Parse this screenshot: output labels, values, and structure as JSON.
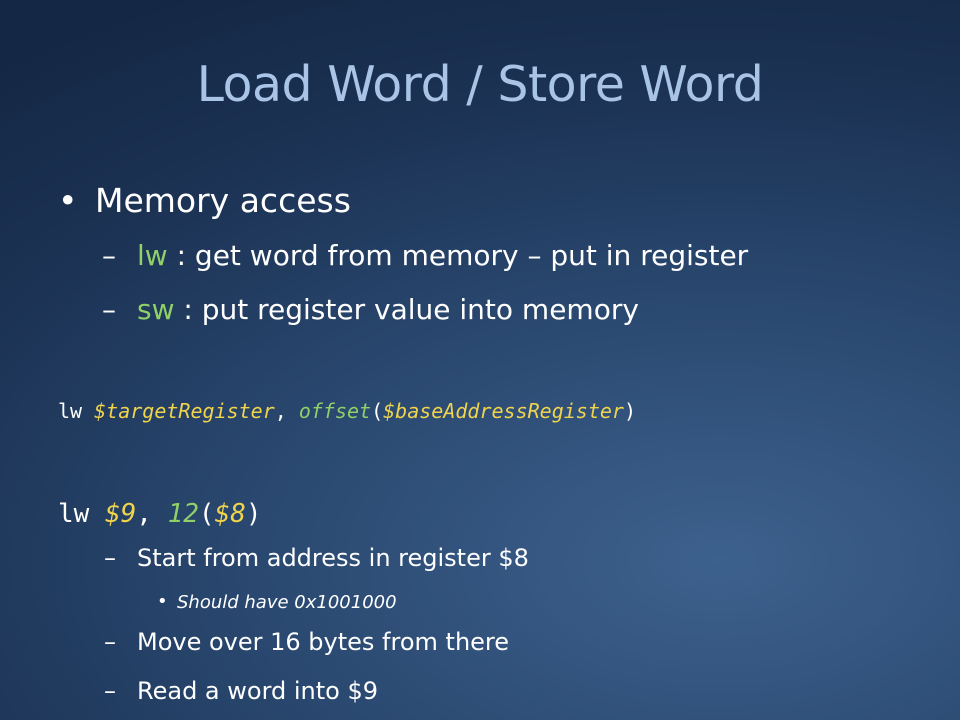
{
  "slide": {
    "title": "Load Word / Store Word",
    "bullet_main": "Memory access",
    "bullet_lw": {
      "op": "lw",
      "rest": " : get word from memory – put in register"
    },
    "bullet_sw": {
      "op": "sw",
      "rest": " : put register value into memory"
    },
    "syntax": {
      "op": "lw ",
      "target": "$targetRegister",
      "comma": ", ",
      "offset": "offset",
      "lparen": "(",
      "base": "$baseAddressRegister",
      "rparen": ")"
    },
    "example": {
      "op": "lw ",
      "target": "$9",
      "comma": ", ",
      "offset": "12",
      "lparen": "(",
      "base": "$8",
      "rparen": ")"
    },
    "steps": [
      "Start from address in register $8",
      "Should have 0x1001000",
      "Move over 16 bytes from there",
      "Read a word into $9"
    ],
    "glyphs": {
      "bullet": "•",
      "dash": "–"
    },
    "colors": {
      "title": "#a9c4e6",
      "opcode": "#8fd068",
      "register": "#f0d44c"
    }
  }
}
